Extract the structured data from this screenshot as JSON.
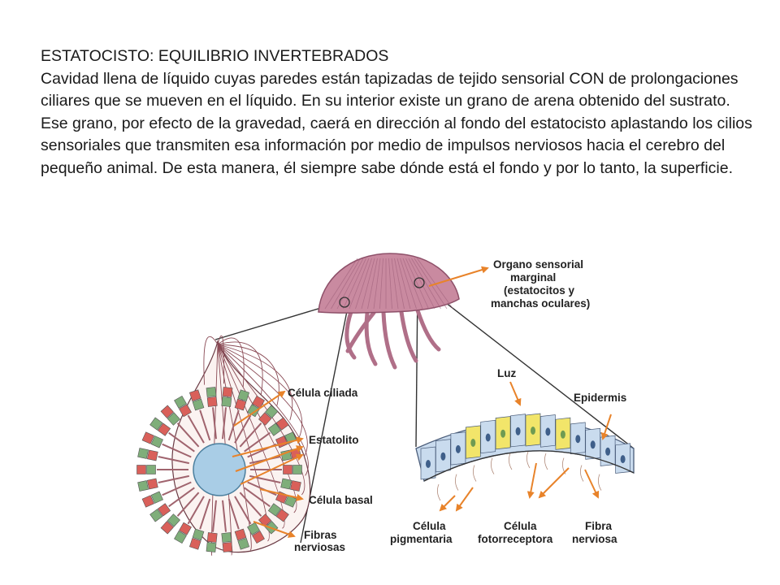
{
  "slide": {
    "title": "ESTATOCISTO: EQUILIBRIO INVERTEBRADOS",
    "body": "Cavidad llena de líquido cuyas paredes están tapizadas de tejido sensorial CON de prolongaciones ciliares que se mueven en el líquido. En su interior existe un grano de arena obtenido del sustrato. Ese grano, por efecto de la gravedad, caerá en dirección al fondo del estatocisto aplastando los cilios sensoriales que transmiten esa información por medio de impulsos nerviosos hacia el cerebro del pequeño animal. De esta manera, él siempre sabe dónde está el fondo y por lo tanto, la superficie."
  },
  "diagram": {
    "labels": {
      "organo_l1": "Organo sensorial",
      "organo_l2": "marginal",
      "organo_l3": "(estatocitos y",
      "organo_l4": "manchas oculares)",
      "celula_ciliada": "Célula ciliada",
      "estatolito": "Estatolito",
      "celula_basal": "Célula basal",
      "fibras_l1": "Fibras",
      "fibras_l2": "nerviosas",
      "luz": "Luz",
      "epidermis": "Epidermis",
      "pigmentaria_l1": "Célula",
      "pigmentaria_l2": "pigmentaria",
      "fotorreceptora_l1": "Célula",
      "fotorreceptora_l2": "fotorreceptora",
      "fibra_l1": "Fibra",
      "fibra_l2": "nerviosa"
    },
    "colors": {
      "arrow": "#e8832a",
      "jellyfish": "#c98aa0",
      "statolith": "#a9cde6",
      "ring_red": "#d9605a",
      "ring_green": "#7fae7a",
      "cell_yellow": "#f2e56a",
      "cell_blue": "#c9dbee",
      "fiber": "#8a4a55"
    }
  }
}
